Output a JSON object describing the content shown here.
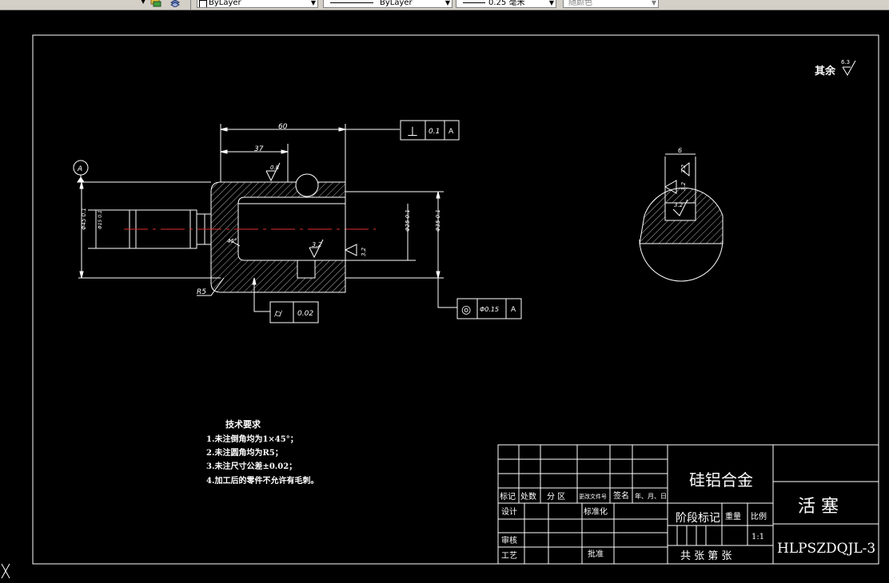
{
  "toolbar": {
    "layer_dropdown": "ByLayer",
    "linetype_dropdown": "ByLayer",
    "lineweight_dropdown": "0.25 毫米",
    "plotstyle_dropdown": "随颜色"
  },
  "drawing": {
    "surface_roughness_note": {
      "label": "其余",
      "value": "6.3"
    },
    "dimensions": {
      "len_60": "60",
      "len_37": "37",
      "rough_08": "0.8",
      "d_outer_left": "Φ45 0.1",
      "d_inner_left": "Φ15 0.1",
      "angle_45": "45°",
      "rough_32_bottom": "3.2",
      "rough_32_side": "3.2",
      "d_bore": "Φ25 0.1",
      "d_outer_right": "Φ35 0.1",
      "r5": "R5"
    },
    "datum_label": "A",
    "tolerances": [
      {
        "symbol": "⊥",
        "value": "0.1",
        "datum": "A"
      },
      {
        "symbol": "⌭",
        "value": "0.02",
        "datum": ""
      },
      {
        "symbol": "◎",
        "value": "Φ0.15",
        "datum": "A"
      }
    ],
    "section_view": {
      "width_dim": "6",
      "rough_1": "3.2",
      "rough_2": "3.2",
      "rough_3": "3.2"
    },
    "tech_requirements": {
      "title": "技术要求",
      "items": [
        "1.未注倒角均为1×45°；",
        "2.未注圆角均为R5；",
        "3.未注尺寸公差±0.02；",
        "4.加工后的零件不允许有毛刺。"
      ]
    },
    "title_block": {
      "material": "硅铝合金",
      "part_name": "活 塞",
      "drawing_number": "HLPSZDQJL-3",
      "headers": [
        "标记",
        "处数",
        "分 区",
        "更改文件号",
        "签名",
        "年、月、日"
      ],
      "roles": {
        "design": "设计",
        "standardize": "标准化",
        "review": "审核",
        "process": "工艺",
        "approve": "批准"
      },
      "stage_mark": "阶段标记",
      "weight": "重量",
      "scale_label": "比例",
      "scale_value": "1:1",
      "sheet_info": "共 张  第  张"
    }
  }
}
